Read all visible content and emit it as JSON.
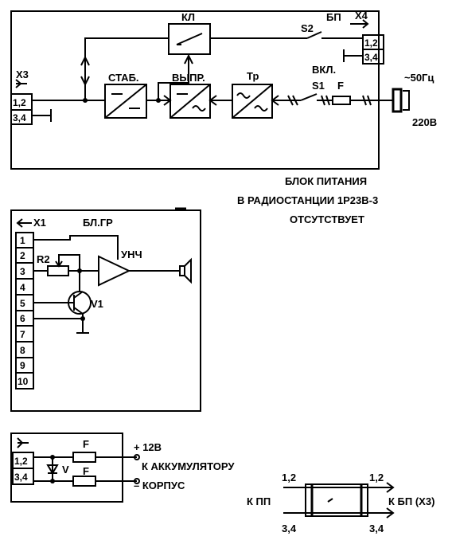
{
  "power_unit": {
    "connector_in": "X3",
    "connector_out": "X4",
    "unit_label": "БП",
    "stab_label": "СТАБ.",
    "rect_label": "ВЫПР.",
    "trans_label": "Тр",
    "relay_label": "КЛ",
    "switch_s2": "S2",
    "switch_label": "ВКЛ.",
    "switch_s1": "S1",
    "fuse_label": "F",
    "freq_label": "~50Гц",
    "voltage_label": "220В",
    "x3_pins": [
      "1,2",
      "3,4"
    ],
    "x4_pins": [
      "1,2",
      "3,4"
    ]
  },
  "caption": {
    "line1": "БЛОК ПИТАНИЯ",
    "line2": "В РАДИОСТАНЦИИ 1Р23В-3",
    "line3": "ОТСУТСТВУЕТ"
  },
  "speaker_unit": {
    "title": "БЛ.ГР",
    "connector": "X1",
    "pins": [
      "1",
      "2",
      "3",
      "4",
      "5",
      "6",
      "7",
      "8",
      "9",
      "10"
    ],
    "resistor": "R2",
    "amp": "УНЧ",
    "transistor": "V1"
  },
  "battery_unit": {
    "pins": [
      "1,2",
      "3,4"
    ],
    "fuse_top": "F",
    "fuse_bottom": "F",
    "diode": "V",
    "plus_label": "+ 12В",
    "battery_label": "К АККУМУЛЯТОРУ",
    "minus_label": "– КОРПУС"
  },
  "cable": {
    "left_top": "1,2",
    "left_bottom": "3,4",
    "right_top": "1,2",
    "right_bottom": "3,4",
    "left_label": "К ПП",
    "right_label": "К БП (Х3)"
  }
}
